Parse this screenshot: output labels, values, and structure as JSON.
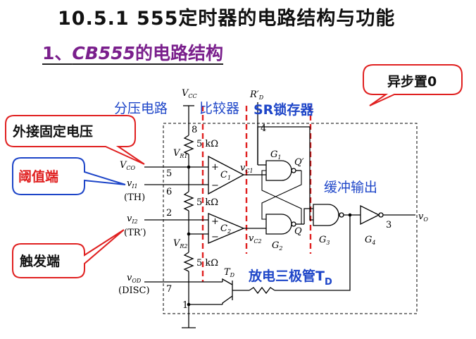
{
  "title": "10.5.1 555定时器的电路结构与功能",
  "subtitle": {
    "prefix": "1、",
    "chip": "CB555",
    "suffix": "的电路结构"
  },
  "section_labels": {
    "divider": "分压电路",
    "comparator": "比较器",
    "latch": "SR锁存器",
    "buffer": "缓冲输出",
    "discharge": "放电三极管T",
    "discharge_sub": "D"
  },
  "callouts": {
    "async_reset": "异步置0",
    "external_voltage": "外接固定电压",
    "threshold": "阈值端",
    "trigger": "触发端"
  },
  "circuit": {
    "vcc": "V",
    "vcc_sub": "CC",
    "rd": "R",
    "rd_sub": "D",
    "rd_prime": "′",
    "res1": "5 kΩ",
    "res2": "5 kΩ",
    "res3": "5 kΩ",
    "vr1": "V",
    "vr1_sub": "R1",
    "vr2": "V",
    "vr2_sub": "R2",
    "vco": "V",
    "vco_sub": "CO",
    "vi1": "v",
    "vi1_sub": "I1",
    "th": "(TH)",
    "vi2": "v",
    "vi2_sub": "I2",
    "tr": "(TR′)",
    "vod": "v",
    "vod_sub": "OD",
    "disc": "(DISC)",
    "vc1": "v",
    "vc1_sub": "C1",
    "vc2": "v",
    "vc2_sub": "C2",
    "c1": "C",
    "c1_sub": "1",
    "c2": "C",
    "c2_sub": "2",
    "g1": "G",
    "g1_sub": "1",
    "g2": "G",
    "g2_sub": "2",
    "g3": "G",
    "g3_sub": "3",
    "g4": "G",
    "g4_sub": "4",
    "q": "Q",
    "q_prime": "Q′",
    "vo": "v",
    "vo_sub": "O",
    "td": "T",
    "td_sub": "D",
    "plus": "+",
    "minus": "−",
    "pins": {
      "p1": "1",
      "p2": "2",
      "p3": "3",
      "p4": "4",
      "p5": "5",
      "p6": "6",
      "p7": "7",
      "p8": "8"
    }
  },
  "colors": {
    "title": "#111111",
    "subtitle": "#7a1f8c",
    "section_label": "#1d45c8",
    "dashed_divider": "#e02020",
    "callout_border": "#e02020",
    "callout_external": "#111111",
    "callout_threshold": "#e02020",
    "callout_trigger": "#111111",
    "callout_async": "#111111",
    "callout_pointer_blue": "#1d45c8"
  }
}
